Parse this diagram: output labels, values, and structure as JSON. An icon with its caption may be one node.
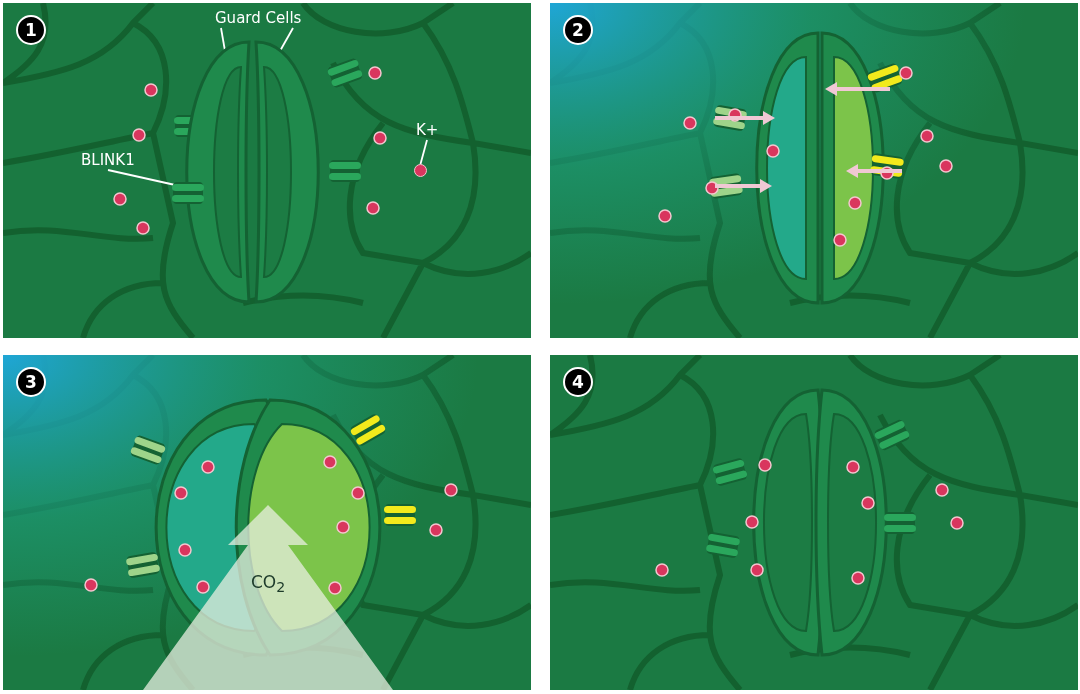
{
  "diagram": {
    "nodes": [
      {
        "text": [
          "Guard Cells"
        ]
      },
      {
        "text": [],
        "shape": "picture"
      },
      {
        "text": [],
        "shape": "picture"
      },
      {
        "text": [
          "BLINK1"
        ]
      },
      {
        "text": [],
        "shape": "picture"
      },
      {
        "text": [
          "K+"
        ]
      },
      {
        "text": [],
        "shape": "circle"
      }
    ],
    "edges": [
      {
        "from": 0,
        "to": 1,
        "arrow": "none"
      },
      {
        "from": 0,
        "to": 2,
        "arrow": "none"
      },
      {
        "from": 3,
        "to": 4,
        "arrow": "none"
      },
      {
        "from": 5,
        "to": 6,
        "arrow": "none"
      }
    ],
    "labels": [
      "1",
      "2",
      "3",
      "4",
      "CO$_{2}$"
    ]
  }
}
